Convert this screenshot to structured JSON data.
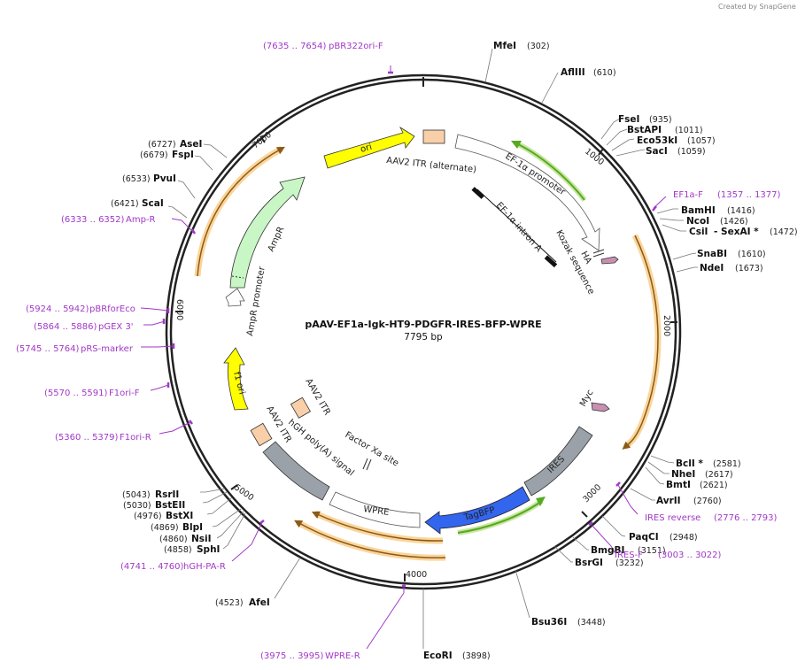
{
  "credit": "Created by SnapGene",
  "title": "pAAV-EF1a-Igk-HT9-PDGFR-IRES-BFP-WPRE",
  "length": "7795 bp",
  "ticks": [
    "1000",
    "2000",
    "3000",
    "4000",
    "5000",
    "6000",
    "7000"
  ],
  "features": {
    "ori": "ori",
    "itr_alt": "AAV2 ITR (alternate)",
    "ef1a_promoter": "EF-1α promoter",
    "ef1a_intron": "EF-1α intron A",
    "kozak": "Kozak sequence",
    "ha": "HA",
    "myc": "Myc",
    "ires": "IRES",
    "tagbfp": "TagBFP",
    "wpre": "WPRE",
    "factor_xa": "Factor Xa site",
    "hgh_polya": "hGH poly(A) signal",
    "itr_a": "AAV2 ITR",
    "itr_b": "AAV2 ITR",
    "f1ori": "f1 ori",
    "ampr_promoter": "AmpR promoter",
    "ampr": "AmpR"
  },
  "sites": {
    "mfei": {
      "name": "MfeI",
      "pos": "(302)"
    },
    "aflIII": {
      "name": "AflIII",
      "pos": "(610)"
    },
    "fsei": {
      "name": "FseI",
      "pos": "(935)"
    },
    "bstapi": {
      "name": "BstAPI",
      "pos": "(1011)"
    },
    "eco53ki": {
      "name": "Eco53kI",
      "pos": "(1057)"
    },
    "saci": {
      "name": "SacI",
      "pos": "(1059)"
    },
    "bamhi": {
      "name": "BamHI",
      "pos": "(1416)"
    },
    "ncoi": {
      "name": "NcoI",
      "pos": "(1426)"
    },
    "csii": {
      "name": "CsiI",
      "pos": "(1472)"
    },
    "sexai": {
      "name": "- SexAI *",
      "pos": ""
    },
    "snabi": {
      "name": "SnaBI",
      "pos": "(1610)"
    },
    "ndei": {
      "name": "NdeI",
      "pos": "(1673)"
    },
    "bcli": {
      "name": "BclI *",
      "pos": "(2581)"
    },
    "nhei": {
      "name": "NheI",
      "pos": "(2617)"
    },
    "bmti": {
      "name": "BmtI",
      "pos": "(2621)"
    },
    "avrii": {
      "name": "AvrII",
      "pos": "(2760)"
    },
    "paqci": {
      "name": "PaqCI",
      "pos": "(2948)"
    },
    "bmgbi": {
      "name": "BmgBI",
      "pos": "(3151)"
    },
    "bsrgi": {
      "name": "BsrGI",
      "pos": "(3232)"
    },
    "bsu36i": {
      "name": "Bsu36I",
      "pos": "(3448)"
    },
    "ecori": {
      "name": "EcoRI",
      "pos": "(3898)"
    },
    "afei": {
      "name": "AfeI",
      "pos": "(4523)"
    },
    "sphi": {
      "name": "SphI",
      "pos": "(4858)"
    },
    "nsii": {
      "name": "NsiI",
      "pos": "(4860)"
    },
    "blpi": {
      "name": "BlpI",
      "pos": "(4869)"
    },
    "bstxi": {
      "name": "BstXI",
      "pos": "(4976)"
    },
    "bsteii": {
      "name": "BstEII",
      "pos": "(5030)"
    },
    "rsrii": {
      "name": "RsrII",
      "pos": "(5043)"
    },
    "scai": {
      "name": "ScaI",
      "pos": "(6421)"
    },
    "pvui": {
      "name": "PvuI",
      "pos": "(6533)"
    },
    "fspi": {
      "name": "FspI",
      "pos": "(6679)"
    },
    "asei": {
      "name": "AseI",
      "pos": "(6727)"
    }
  },
  "primers": {
    "pbr322ori": {
      "range": "(7635 .. 7654)",
      "name": "pBR322ori-F"
    },
    "ef1af": {
      "name": "EF1a-F",
      "range": "(1357 .. 1377)"
    },
    "iresrev": {
      "name": "IRES reverse",
      "range": "(2776 .. 2793)"
    },
    "iresf": {
      "name": "IRES-F",
      "range": "(3003 .. 3022)"
    },
    "wprer": {
      "range": "(3975 .. 3995)",
      "name": "WPRE-R"
    },
    "hghpar": {
      "range": "(4741 .. 4760)",
      "name": "hGH-PA-R"
    },
    "f1orir": {
      "range": "(5360 .. 5379)",
      "name": "F1ori-R"
    },
    "f1orif": {
      "range": "(5570 .. 5591)",
      "name": "F1ori-F"
    },
    "prsmarker": {
      "range": "(5745 .. 5764)",
      "name": "pRS-marker"
    },
    "pgex3": {
      "range": "(5864 .. 5886)",
      "name": "pGEX 3'"
    },
    "pbrforeco": {
      "range": "(5924 .. 5942)",
      "name": "pBRforEco"
    },
    "ampr": {
      "range": "(6333 .. 6352)",
      "name": "Amp-R"
    }
  },
  "colors": {
    "ori": "#ffff00",
    "itr": "#f8cfa8",
    "ampr": "#c8f7c5",
    "ires": "#9aa1a8",
    "tagbfp": "#3366ee",
    "orf_orange": "#f7a82a",
    "green_arrow": "#55bb33",
    "primer": "#a237c8",
    "tag": "#c890b0"
  }
}
